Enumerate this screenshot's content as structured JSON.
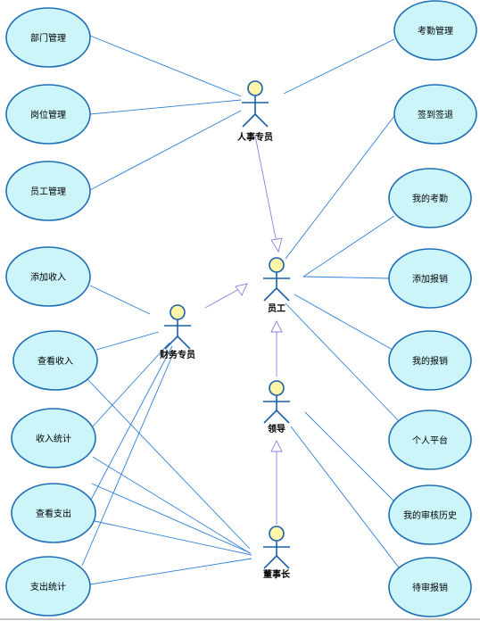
{
  "use_cases": {
    "dept_mgmt": "部门管理",
    "post_mgmt": "岗位管理",
    "emp_mgmt": "员工管理",
    "add_income": "添加收入",
    "view_income": "查看收入",
    "income_stats": "收入统计",
    "view_expense": "查看支出",
    "expense_stats": "支出统计",
    "attendance_mgmt": "考勤管理",
    "sign_in_out": "签到签退",
    "my_attendance": "我的考勤",
    "add_reimburse": "添加报销",
    "my_reimburse": "我的报销",
    "personal_platform": "个人平台",
    "my_review_history": "我的审核历史",
    "pending_review": "待审报销"
  },
  "actors": {
    "hr": "人事专员",
    "employee": "员工",
    "finance": "财务专员",
    "leader": "领导",
    "chairman": "董事长"
  }
}
